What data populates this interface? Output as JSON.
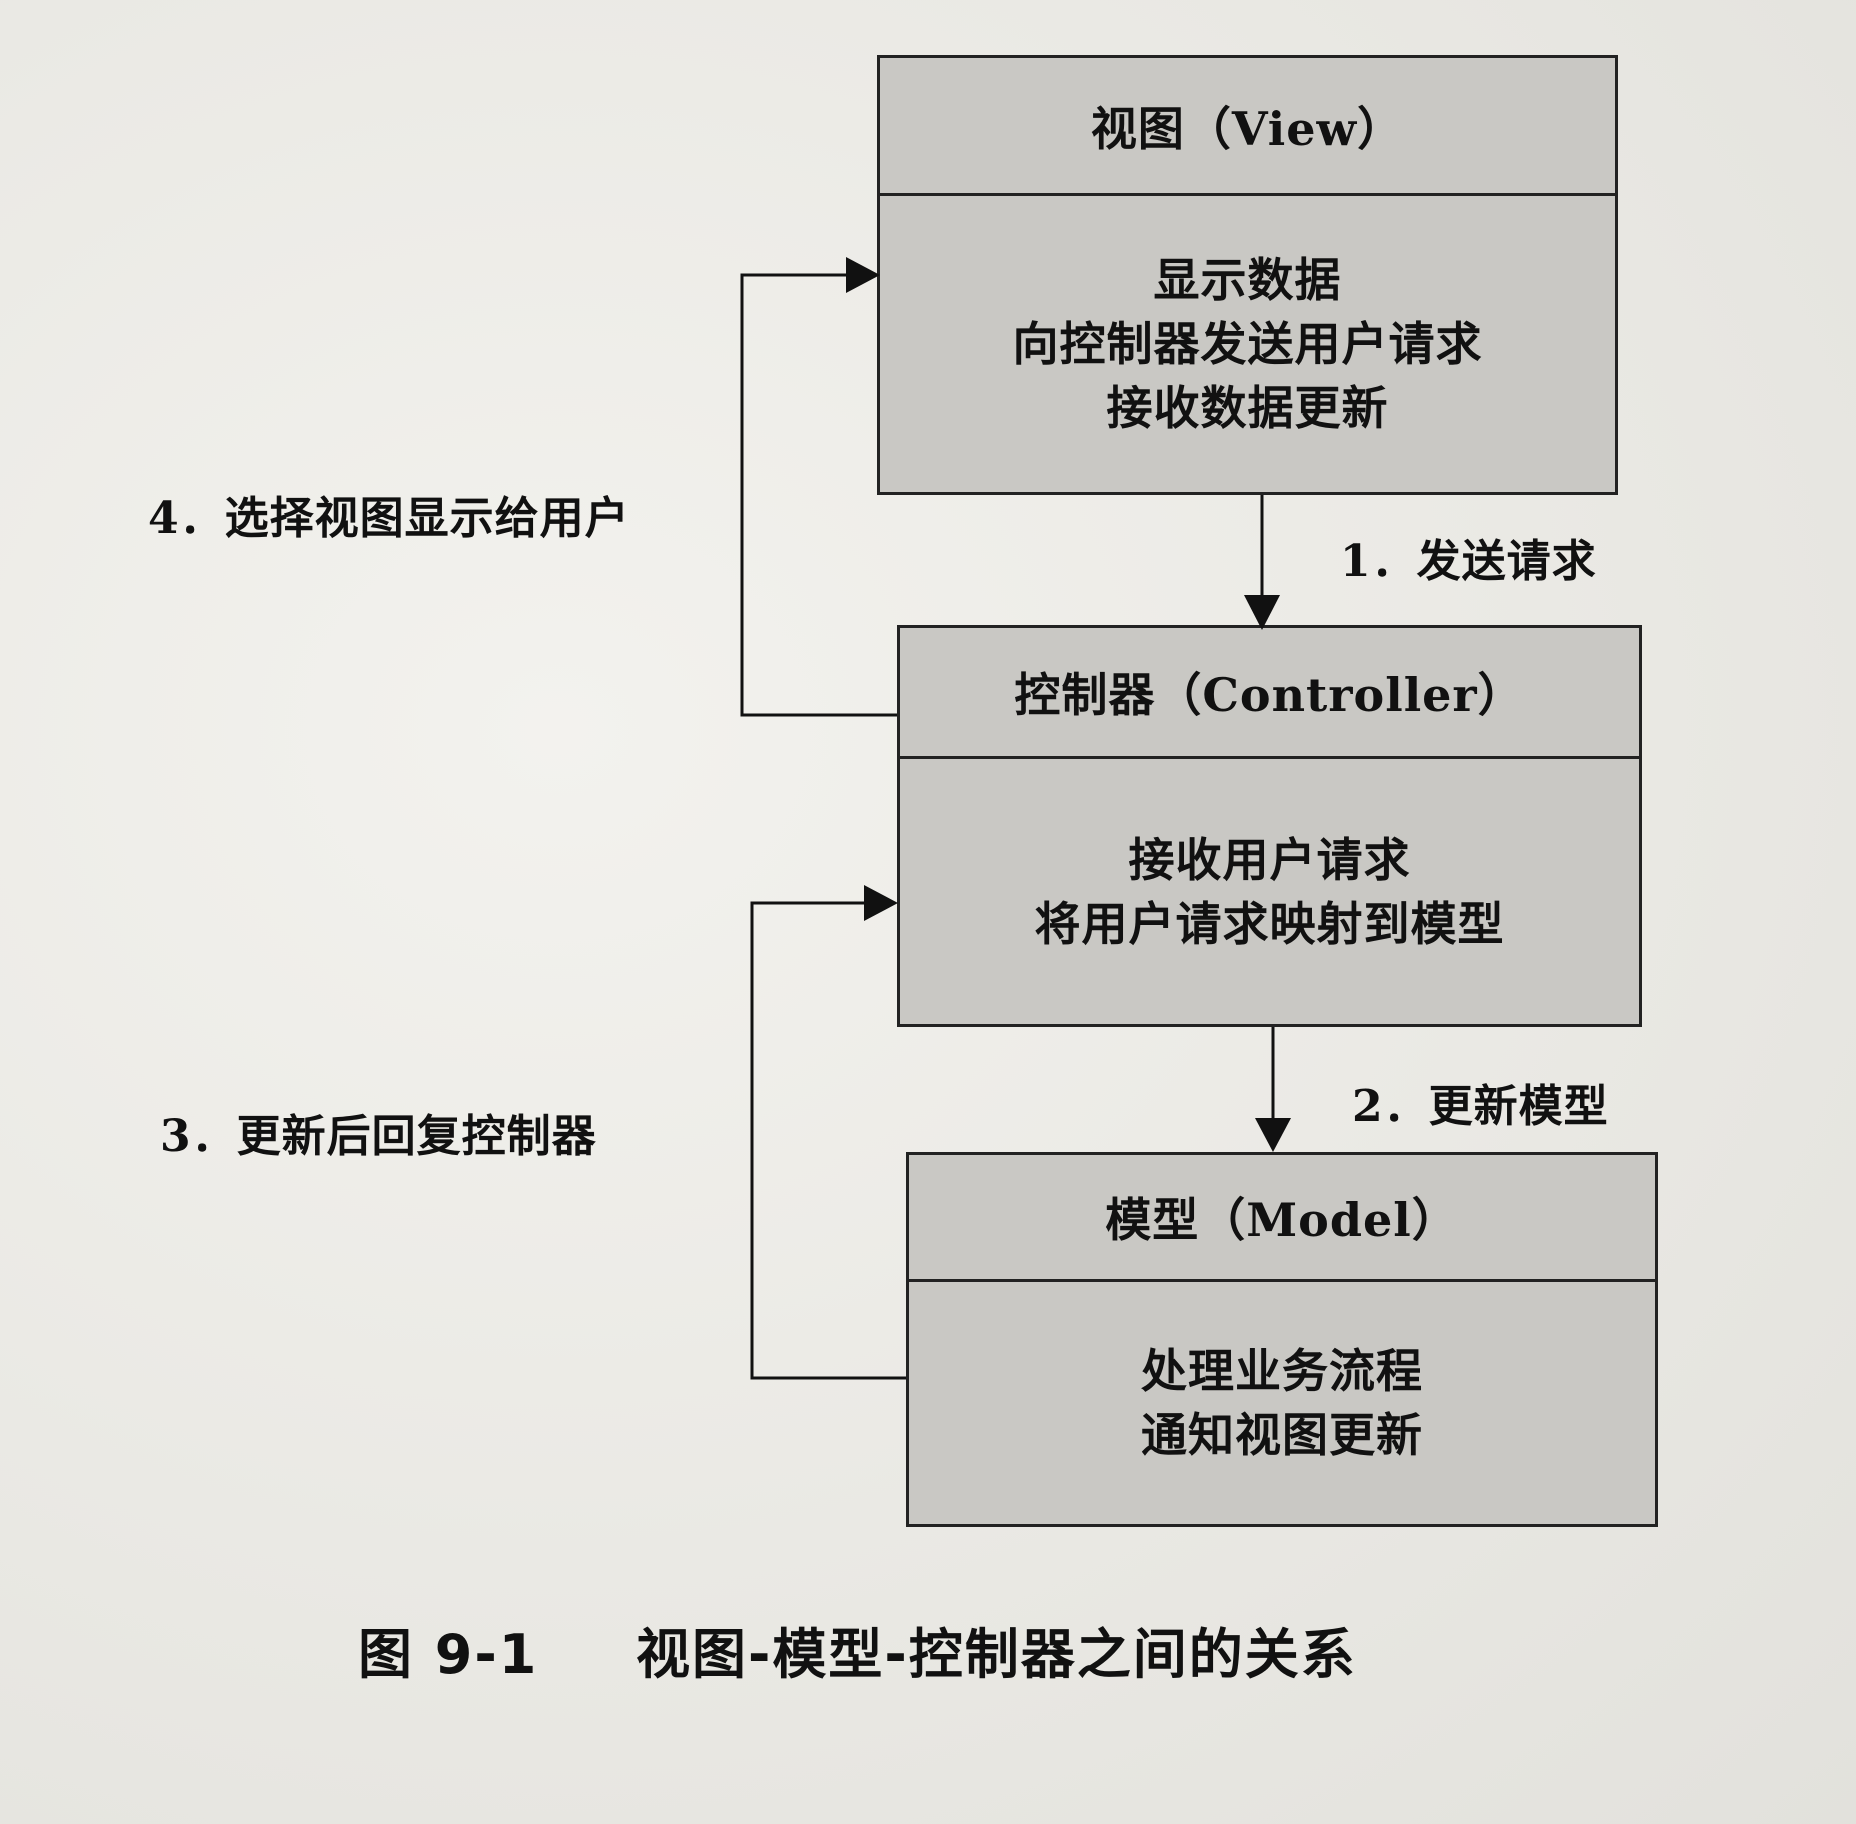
{
  "view": {
    "title": "视图（View）",
    "lines": [
      "显示数据",
      "向控制器发送用户请求",
      "接收数据更新"
    ]
  },
  "controller": {
    "title": "控制器（Controller）",
    "lines": [
      "接收用户请求",
      "将用户请求映射到模型"
    ]
  },
  "model": {
    "title": "模型（Model）",
    "lines": [
      "处理业务流程",
      "通知视图更新"
    ]
  },
  "edges": {
    "step1": "1．发送请求",
    "step2": "2．更新模型",
    "step3": "3．更新后回复控制器",
    "step4": "4．选择视图显示给用户"
  },
  "caption": {
    "figure_no": "图 9-1",
    "text": "视图-模型-控制器之间的关系"
  }
}
